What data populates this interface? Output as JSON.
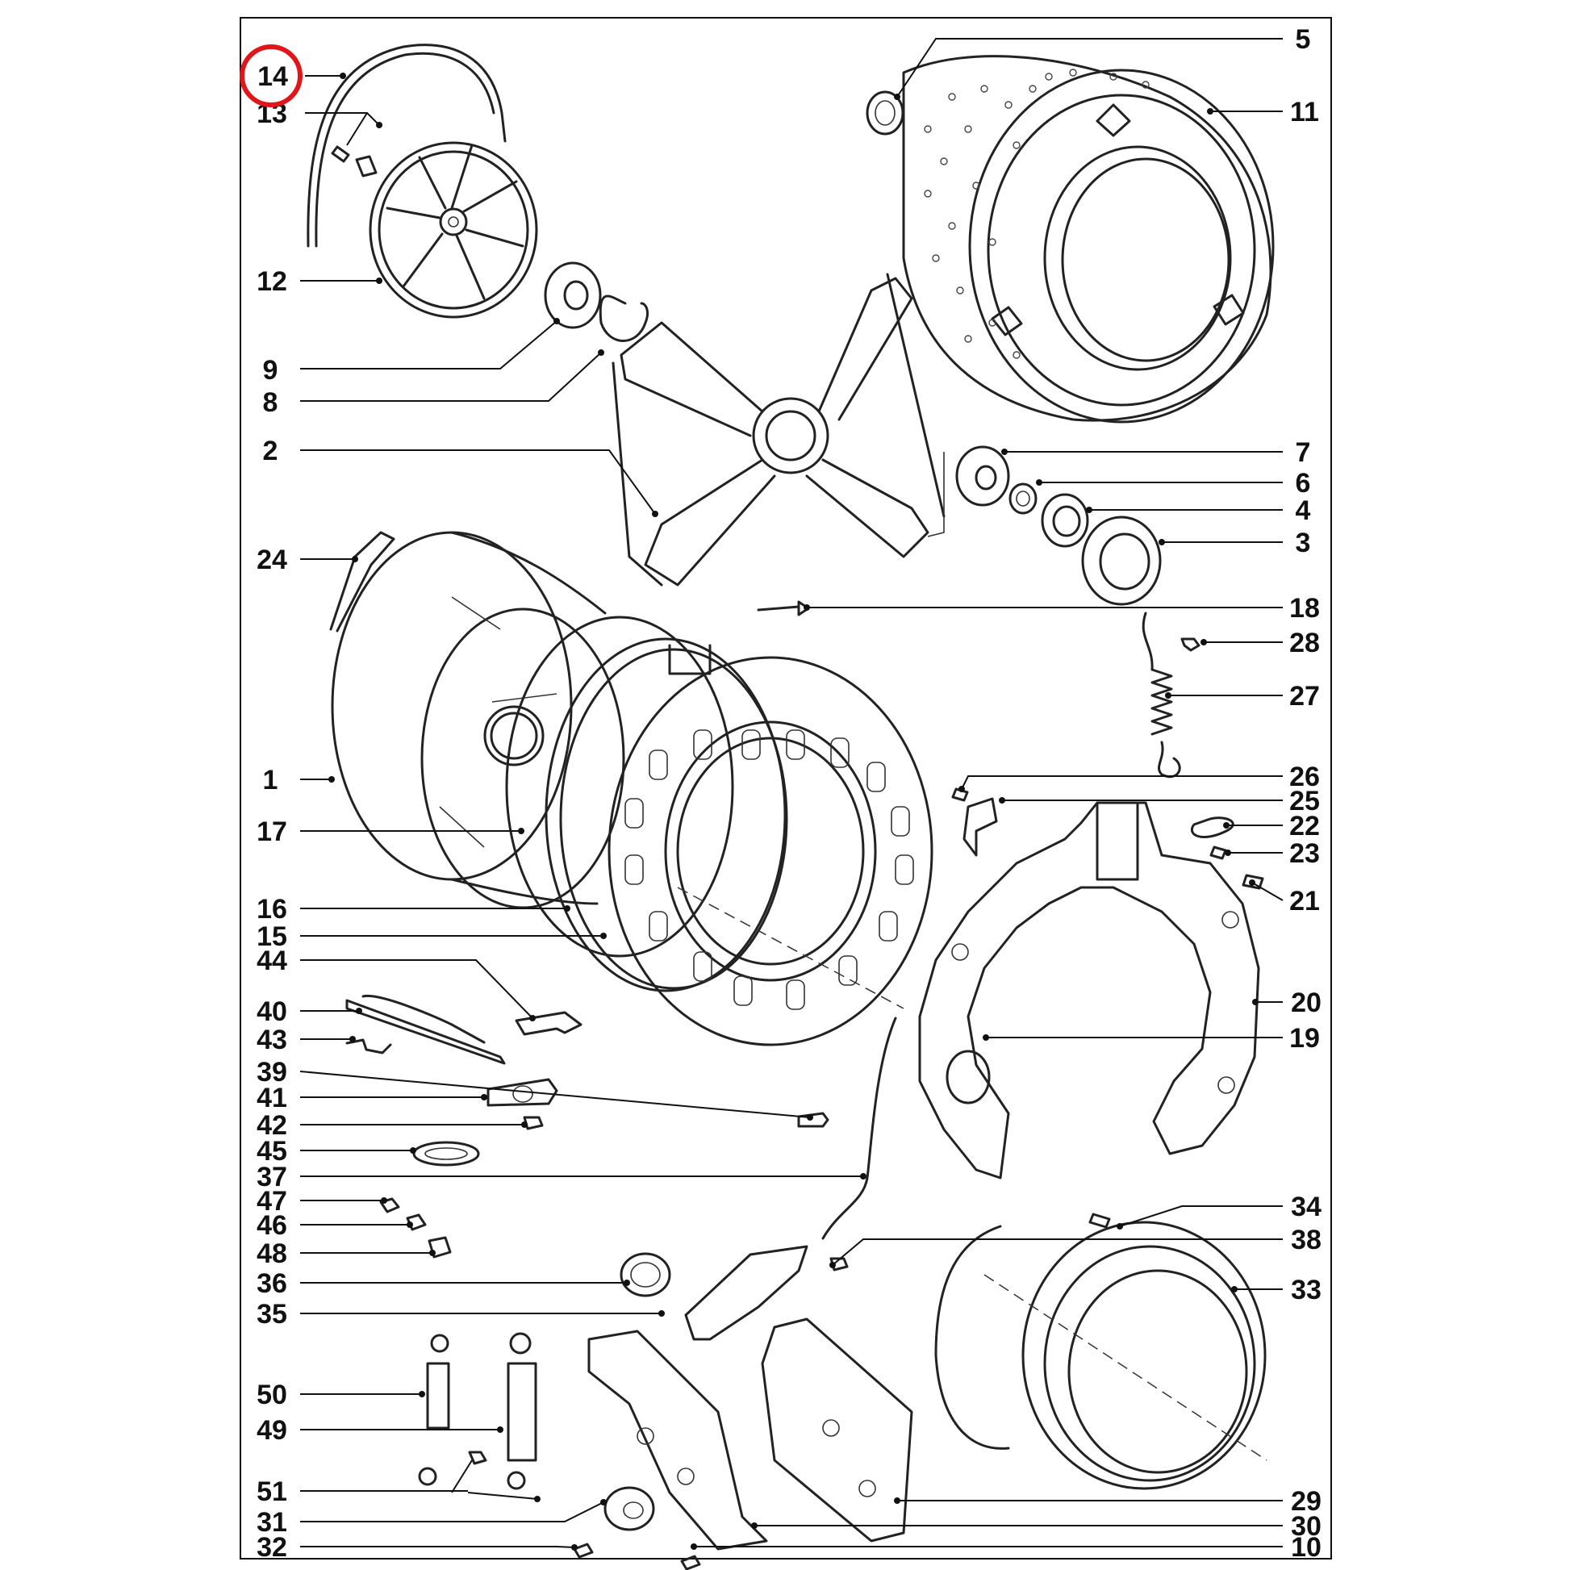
{
  "labels": {
    "l14": "14",
    "l13": "13",
    "l12": "12",
    "l9": "9",
    "l8": "8",
    "l2": "2",
    "l24": "24",
    "l1": "1",
    "l17": "17",
    "l16": "16",
    "l15": "15",
    "l44": "44",
    "l40": "40",
    "l43": "43",
    "l39": "39",
    "l41": "41",
    "l42": "42",
    "l45": "45",
    "l37": "37",
    "l47": "47",
    "l46": "46",
    "l48": "48",
    "l36": "36",
    "l35": "35",
    "l50": "50",
    "l49": "49",
    "l51": "51",
    "l31": "31",
    "l32": "32",
    "r5": "5",
    "r11": "11",
    "r7": "7",
    "r6": "6",
    "r4": "4",
    "r3": "3",
    "r18": "18",
    "r28": "28",
    "r27": "27",
    "r26": "26",
    "r25": "25",
    "r22": "22",
    "r23": "23",
    "r21": "21",
    "r20": "20",
    "r19": "19",
    "r34": "34",
    "r38": "38",
    "r33": "33",
    "r29": "29",
    "r30": "30",
    "r10": "10"
  },
  "highlight": {
    "target": "14",
    "color": "#e0161b"
  }
}
